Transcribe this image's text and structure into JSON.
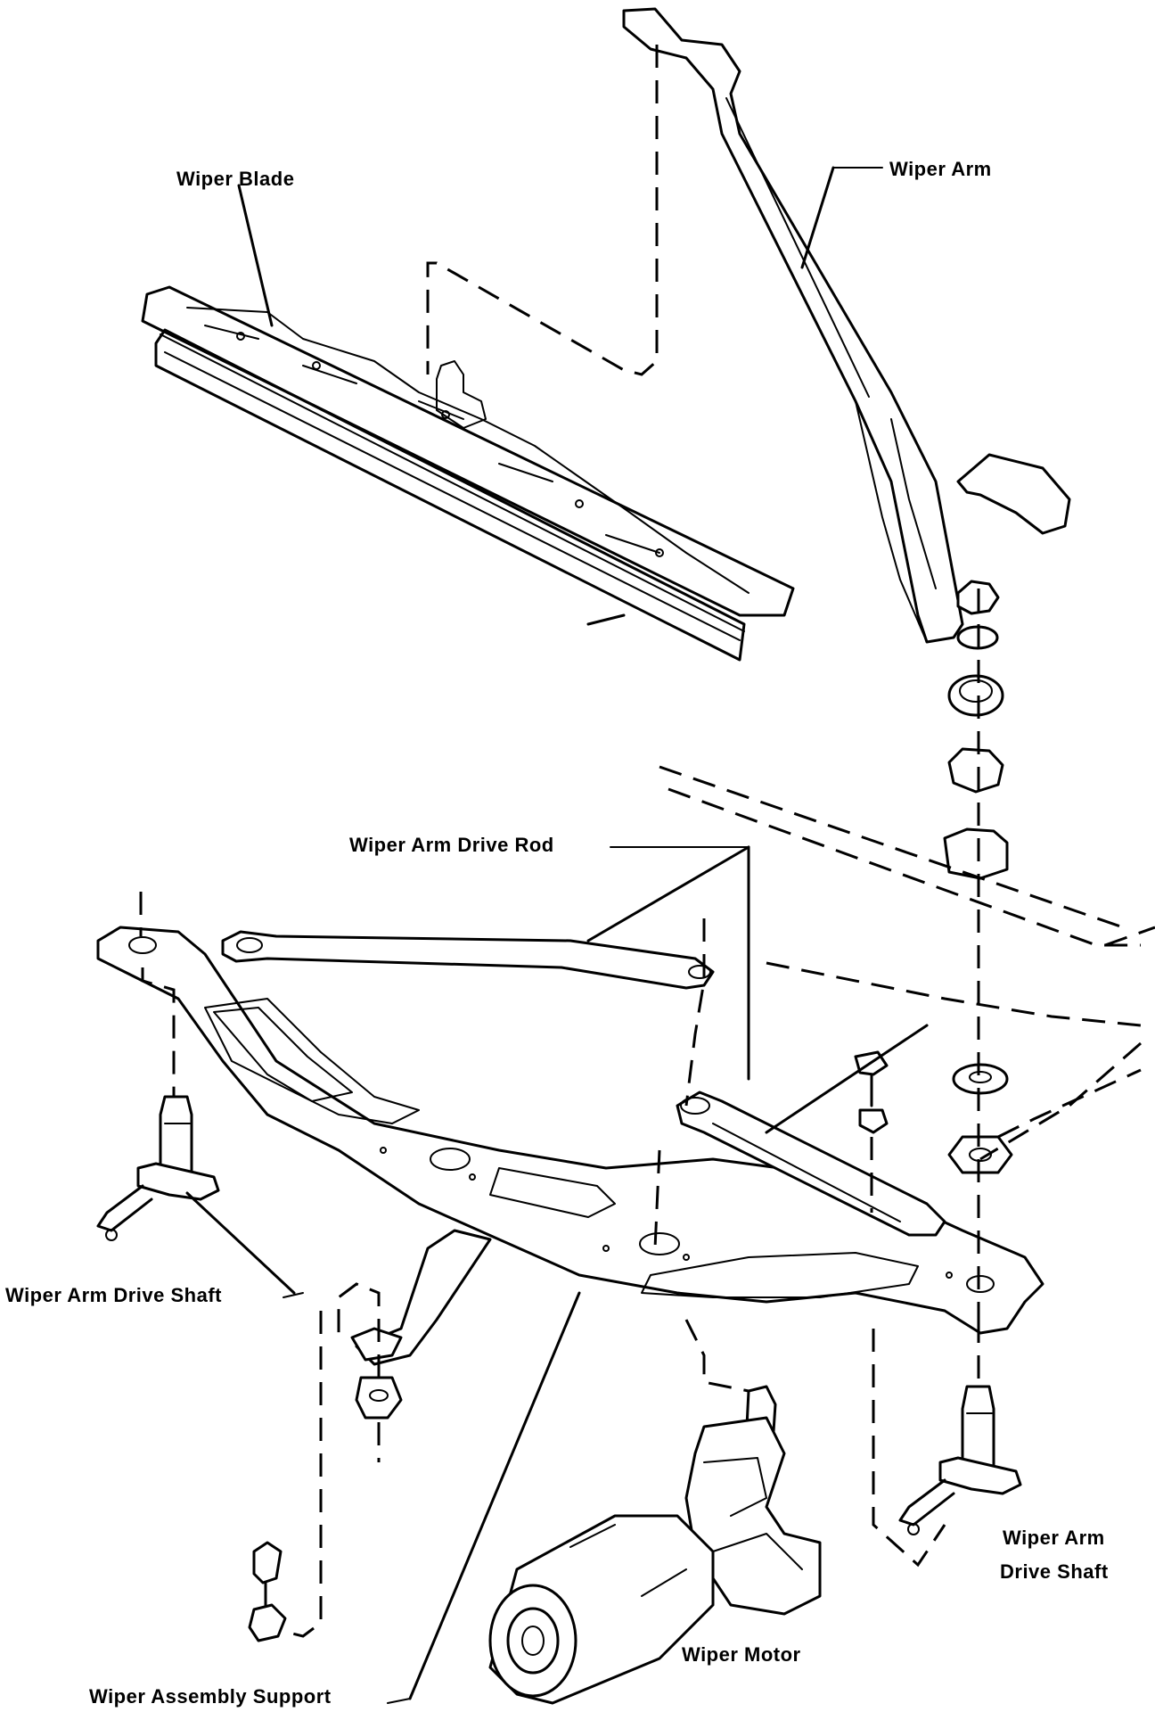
{
  "labels": {
    "wiper_blade": "Wiper Blade",
    "wiper_arm": "Wiper Arm",
    "wiper_arm_drive_rod": "Wiper Arm Drive Rod",
    "wiper_arm_drive_shaft_left": "Wiper Arm Drive Shaft",
    "wiper_arm_drive_shaft_right_line1": "Wiper Arm",
    "wiper_arm_drive_shaft_right_line2": "Drive Shaft",
    "wiper_motor": "Wiper Motor",
    "wiper_assembly_support": "Wiper Assembly Support"
  },
  "colors": {
    "ink": "#000000",
    "paper": "#ffffff"
  }
}
